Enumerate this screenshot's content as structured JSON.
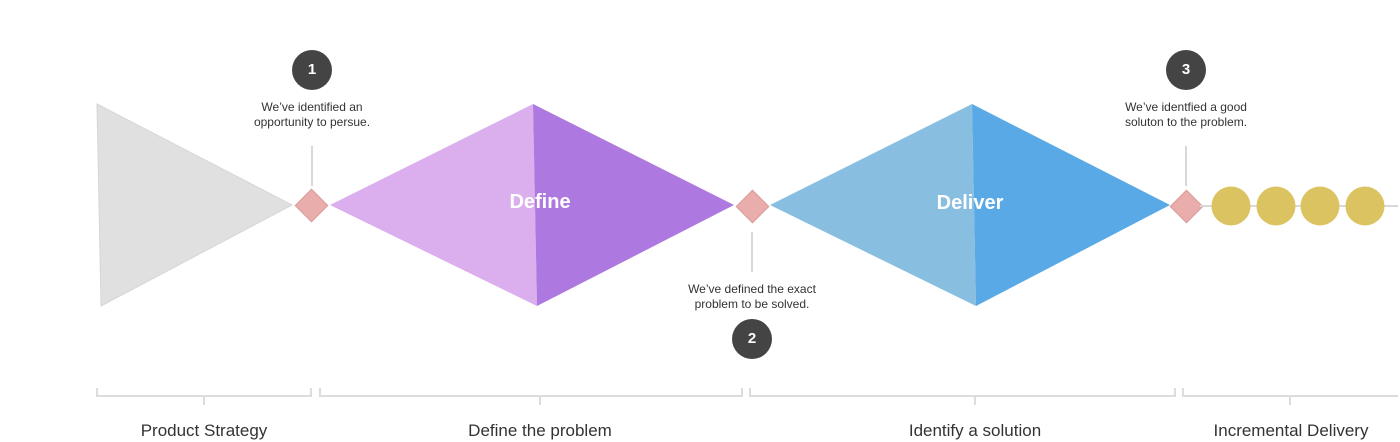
{
  "diamonds": {
    "define_label": "Define",
    "deliver_label": "Deliver"
  },
  "milestones": [
    {
      "number": "1",
      "lines": [
        "We’ve identified an",
        "opportunity to persue."
      ]
    },
    {
      "number": "2",
      "lines": [
        "We’ve defined the exact",
        "problem to be solved."
      ]
    },
    {
      "number": "3",
      "lines": [
        "We’ve identfied a good",
        "soluton to the problem."
      ]
    }
  ],
  "phases": {
    "product_strategy": "Product Strategy",
    "define_problem": "Define the problem",
    "identify_solution": "Identify a solution",
    "incremental_delivery": "Incremental Delivery"
  },
  "colors": {
    "strategy_triangle": "#e0e0e0",
    "define_light": "#dbaeed",
    "define_dark": "#ad78df",
    "deliver_light": "#88bfe0",
    "deliver_dark": "#58a9e5",
    "gate_diamond": "#e9adab",
    "delivery_dots": "#dcc361",
    "badge": "#444444"
  }
}
